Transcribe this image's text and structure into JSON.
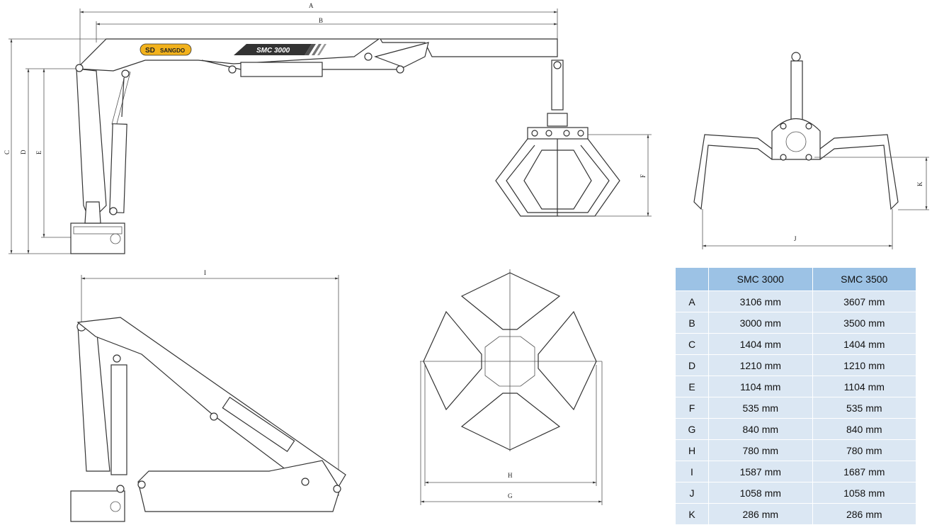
{
  "brand": {
    "logo_mark": "SD",
    "logo_text": "SANGDO",
    "model_badge": "SMC 3000"
  },
  "dimension_labels": {
    "A": "A",
    "B": "B",
    "C": "C",
    "D": "D",
    "E": "E",
    "F": "F",
    "G": "G",
    "H": "H",
    "I": "I",
    "J": "J",
    "K": "K"
  },
  "spec_table": {
    "columns": [
      "SMC 3000",
      "SMC 3500"
    ],
    "rows": [
      {
        "key": "A",
        "smc3000": "3106 mm",
        "smc3500": "3607 mm"
      },
      {
        "key": "B",
        "smc3000": "3000 mm",
        "smc3500": "3500 mm"
      },
      {
        "key": "C",
        "smc3000": "1404 mm",
        "smc3500": "1404 mm"
      },
      {
        "key": "D",
        "smc3000": "1210 mm",
        "smc3500": "1210 mm"
      },
      {
        "key": "E",
        "smc3000": "1104 mm",
        "smc3500": "1104 mm"
      },
      {
        "key": "F",
        "smc3000": "535 mm",
        "smc3500": "535 mm"
      },
      {
        "key": "G",
        "smc3000": "840 mm",
        "smc3500": "840 mm"
      },
      {
        "key": "H",
        "smc3000": "780 mm",
        "smc3500": "780 mm"
      },
      {
        "key": "I",
        "smc3000": "1587 mm",
        "smc3500": "1687 mm"
      },
      {
        "key": "J",
        "smc3000": "1058 mm",
        "smc3500": "1058 mm"
      },
      {
        "key": "K",
        "smc3000": "286 mm",
        "smc3500": "286 mm"
      }
    ]
  },
  "colors": {
    "header": "#9cc2e5",
    "cell": "#dbe7f3",
    "logo": "#f2b21c",
    "line": "#333333"
  }
}
